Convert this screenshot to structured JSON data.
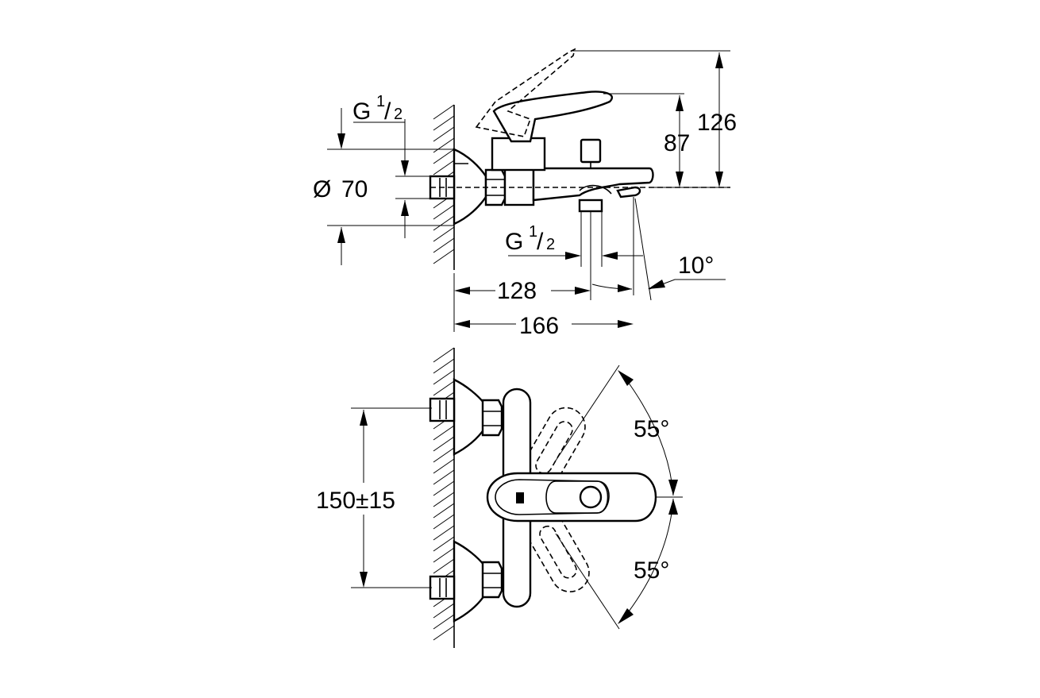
{
  "side_view": {
    "thread_top": {
      "letter": "G",
      "numerator": "1",
      "slash": "/",
      "denominator": "2"
    },
    "diameter": {
      "symbol": "Ø",
      "value": "70"
    },
    "height_handle": "87",
    "height_total": "126",
    "thread_bottom": {
      "letter": "G",
      "numerator": "1",
      "slash": "/",
      "denominator": "2"
    },
    "angle_spout": "10°",
    "length_outlet": "128",
    "length_total": "166"
  },
  "front_view": {
    "distance_connections": "150±15",
    "angle_upper": "55°",
    "angle_lower": "55°"
  }
}
